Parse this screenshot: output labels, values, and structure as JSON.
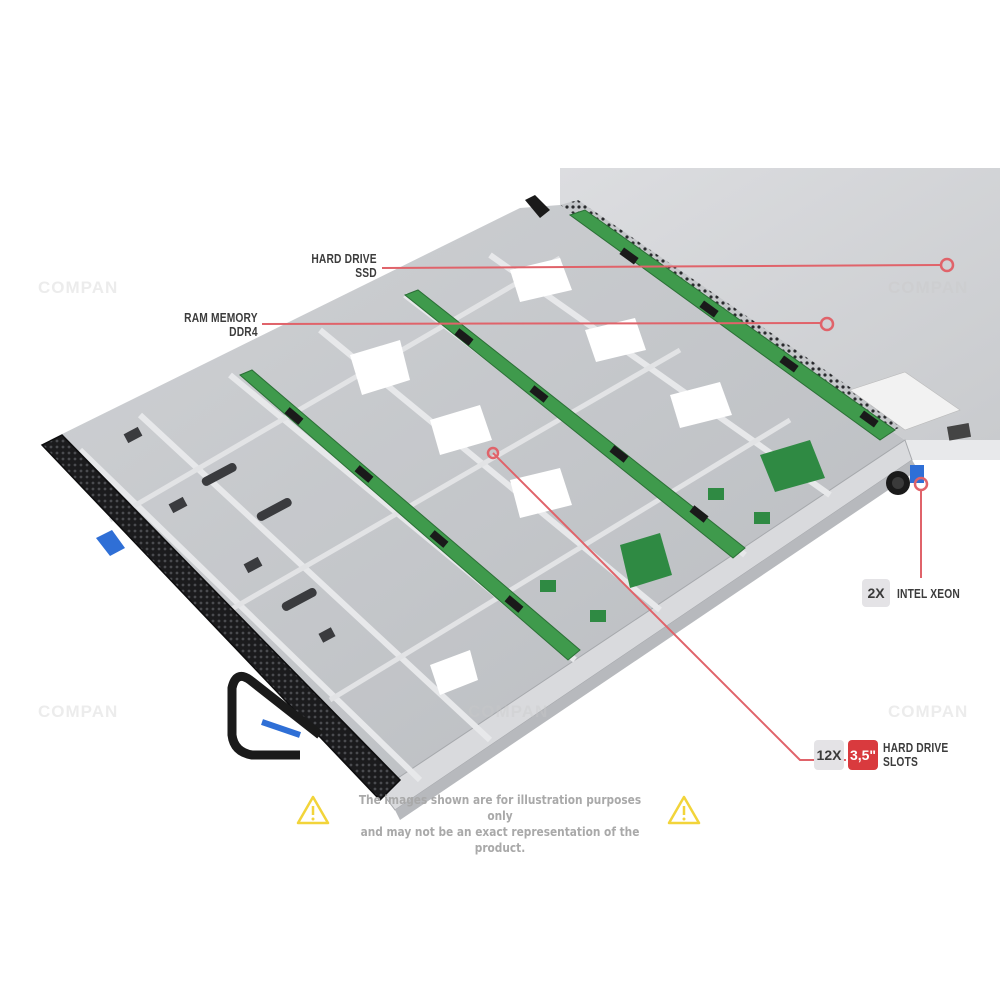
{
  "image": {
    "subject": "1U rack server chassis, top open, front drive bays",
    "watermark_text": "COMPAN"
  },
  "callouts": {
    "hard_drive_ssd": {
      "line1": "HARD DRIVE",
      "line2": "SSD"
    },
    "ram_memory": {
      "line1": "RAM MEMORY",
      "line2": "DDR4"
    },
    "cpu": {
      "count": "2X",
      "label": "INTEL XEON"
    },
    "drive_slots": {
      "count": "12X",
      "size": "3,5\"",
      "line1": "HARD DRIVE",
      "line2": "SLOTS"
    }
  },
  "disclaimer": {
    "line1": "The images shown are for illustration purposes only",
    "line2": "and may not be an exact representation of the product."
  },
  "colors": {
    "callout_line": "#e0636a",
    "badge_grey": "#e4e3e6",
    "badge_red": "#d93a3e",
    "warning_yellow": "#f2d43a",
    "label_text": "#3c3c3c",
    "disclaimer_text": "#a9a9a9"
  }
}
